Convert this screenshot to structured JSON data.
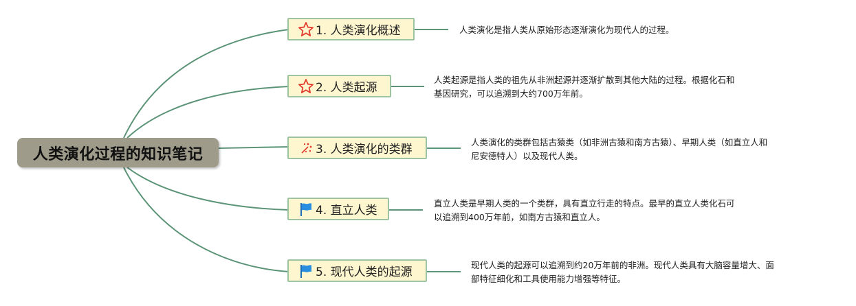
{
  "root": {
    "title": "人类演化过程的知识笔记"
  },
  "colors": {
    "branch": "#5c9478",
    "topic_bg": "#fdf6cf",
    "topic_border": "#9dc4a2",
    "root_bg": "#9e9b8a"
  },
  "topics": [
    {
      "label": "1. 人类演化概述",
      "icon": "star-icon",
      "note": [
        "人类演化是指人类从原始形态逐渐演化为现代人的过程。"
      ]
    },
    {
      "label": "2. 人类起源",
      "icon": "star-icon",
      "note": [
        "人类起源是指人类的祖先从非洲起源并逐渐扩散到其他大陆的过程。根据化石和",
        "基因研究，可以追溯到大约700万年前。"
      ]
    },
    {
      "label": "3. 人类演化的类群",
      "icon": "sparkle-icon",
      "note": [
        "人类演化的类群包括古猿类（如非洲古猿和南方古猿）、早期人类（如直立人和",
        "尼安德特人）以及现代人类。"
      ]
    },
    {
      "label": "4. 直立人类",
      "icon": "flag-icon",
      "note": [
        "直立人类是早期人类的一个类群，具有直立行走的特点。最早的直立人类化石可",
        "以追溯到400万年前，如南方古猿和直立人。"
      ]
    },
    {
      "label": "5. 现代人类的起源",
      "icon": "flag-icon",
      "note": [
        "现代人类的起源可以追溯到约20万年前的非洲。现代人类具有大脑容量增大、面",
        "部特征细化和工具使用能力增强等特征。"
      ]
    }
  ]
}
